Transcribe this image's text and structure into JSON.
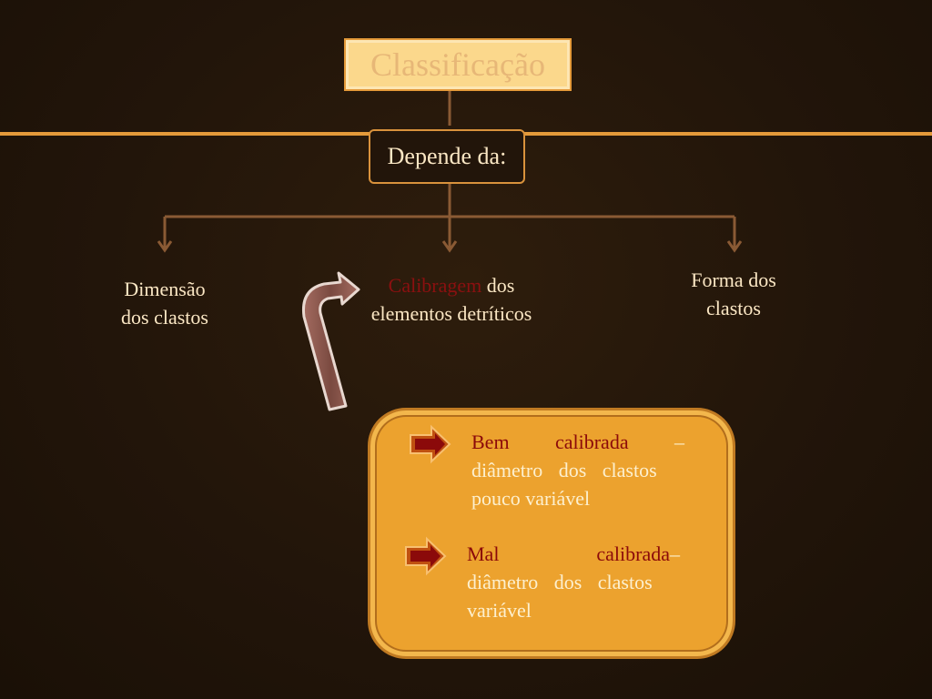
{
  "title": "Classificação",
  "center_node": "Depende da:",
  "branches": {
    "dimensao": {
      "line1": "Dimensão",
      "line2": "dos clastos"
    },
    "calibragem": {
      "highlight": "Calibragem",
      "rest1": " dos",
      "line2": "elementos detríticos"
    },
    "forma": {
      "line1": "Forma dos",
      "line2": "clastos"
    }
  },
  "details": {
    "bem": {
      "word1": "Bem",
      "word2": "calibrada",
      "dash": "–",
      "desc1": "diâmetro dos clastos",
      "desc2": "pouco variável"
    },
    "mal": {
      "word1": "Mal",
      "word2": "calibrada",
      "dash": "–",
      "desc1": "diâmetro dos clastos",
      "desc2": "variável"
    }
  },
  "colors": {
    "background": "#22150a",
    "accent": "#e49a3a",
    "highlight_red": "#8b1010",
    "box_fill": "#eca22e"
  },
  "icons": {
    "curved_arrow": "curved-arrow-icon",
    "bullet_arrow": "arrow-right-icon"
  }
}
